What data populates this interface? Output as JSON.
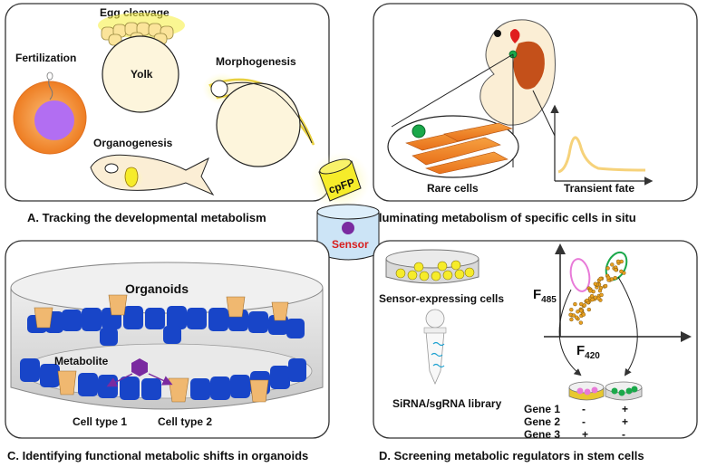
{
  "panel_a": {
    "caption": "A. Tracking the developmental metabolism",
    "labels": {
      "egg_cleavage": "Egg cleavage",
      "fertilization": "Fertilization",
      "yolk": "Yolk",
      "morphogenesis": "Morphogenesis",
      "organogenesis": "Organogenesis"
    }
  },
  "panel_b": {
    "caption": "B. Illuminating metabolism of specific cells in situ",
    "labels": {
      "rare_cells": "Rare cells",
      "transient_fate": "Transient fate"
    }
  },
  "center": {
    "cpfp": "cpFP",
    "sensor": "Sensor"
  },
  "panel_c": {
    "caption": "C. Identifying functional metabolic shifts  in organoids",
    "labels": {
      "organoids": "Organoids",
      "metabolite": "Metabolite",
      "cell_type_1": "Cell type 1",
      "cell_type_2": "Cell type 2"
    }
  },
  "panel_d": {
    "caption": "D. Screening metabolic regulators in stem cells",
    "labels": {
      "sensor_cells": "Sensor-expressing cells",
      "library": "SiRNA/sgRNA library",
      "f485": "F",
      "f485_sub": "485",
      "f420": "F",
      "f420_sub": "420"
    },
    "genes": [
      {
        "name": "Gene 1",
        "left": "-",
        "right": "+"
      },
      {
        "name": "Gene 2",
        "left": "-",
        "right": "+"
      },
      {
        "name": "Gene 3",
        "left": "+",
        "right": "-"
      }
    ]
  },
  "colors": {
    "panel_border": "#333333",
    "yolk": "#fdf5dc",
    "embryo": "#fbeed5",
    "glow": "#f5ee5a",
    "cpfp": "#f6ec2a",
    "cell_blue": "#1845c8",
    "cell_orange": "#f0b870",
    "muscle": "#f07d1e",
    "oocyte_orange": "#f08a2e",
    "nucleus_purple": "#b06ef0",
    "metabolite_purple": "#7a2aa0",
    "rare_green": "#1aa84a",
    "curve": "#f6d27a",
    "dish_gray": "#d9d9d9"
  }
}
